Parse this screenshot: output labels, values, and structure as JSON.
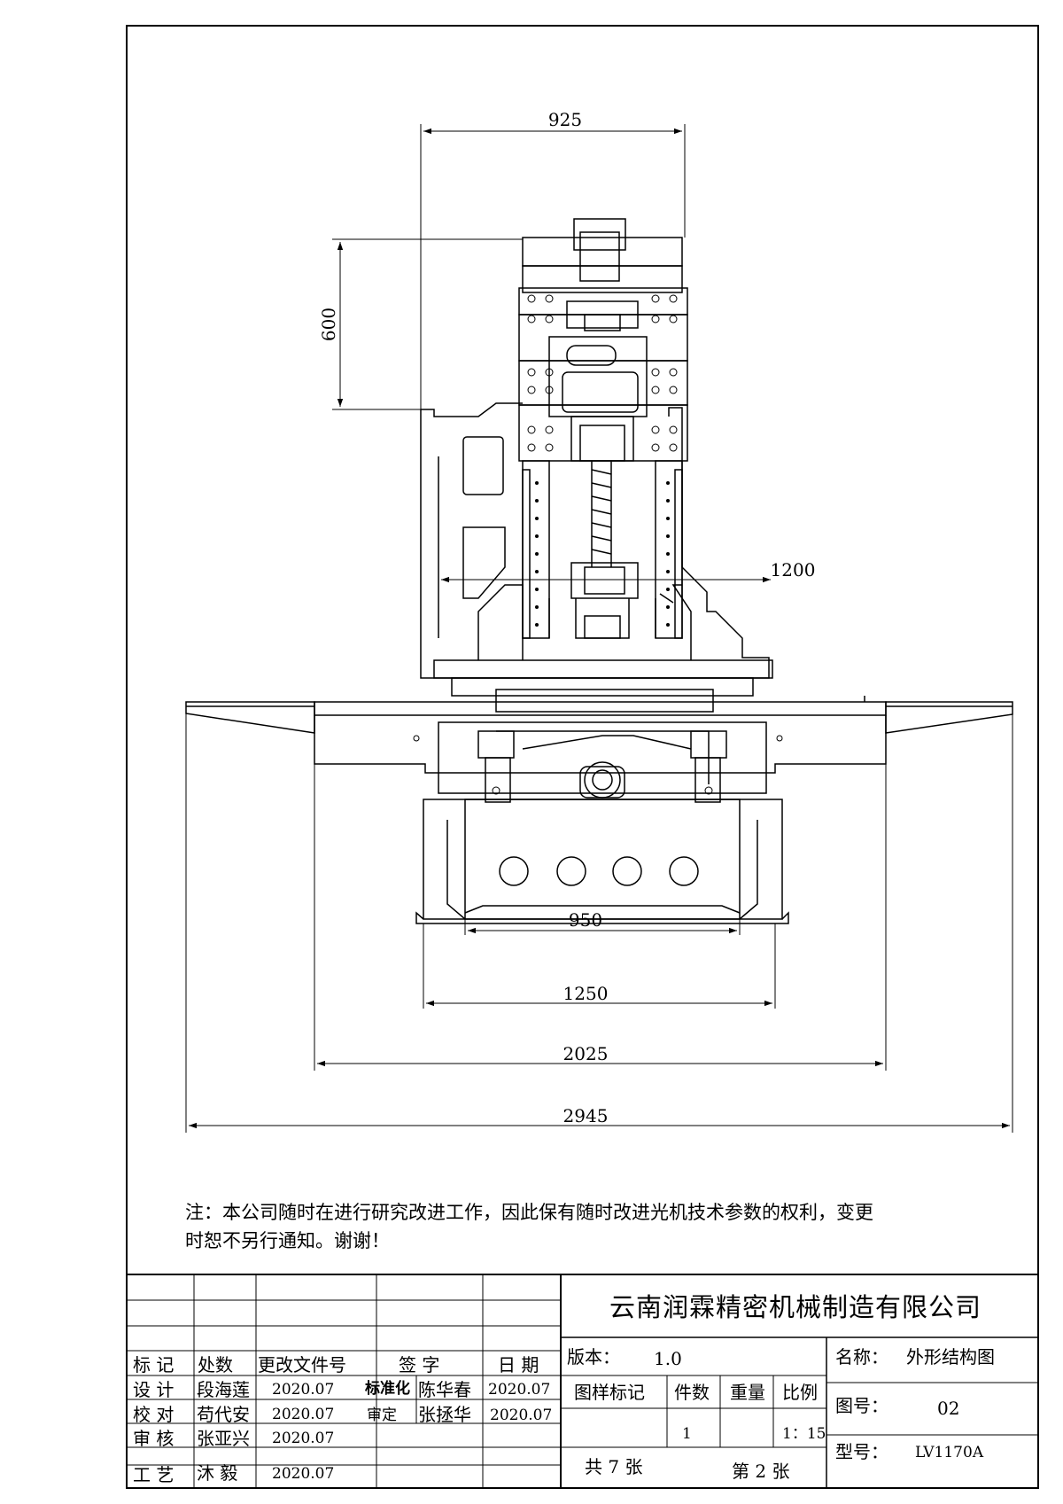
{
  "drawing": {
    "dimensions": {
      "top_width": "925",
      "column_height": "600",
      "cross_width": "1200",
      "base_inner": "950",
      "base_outer": "1250",
      "table_width": "2025",
      "overall_width": "2945"
    },
    "note": {
      "line1": "注：本公司随时在进行研究改进工作，因此保有随时改进光机技术参数的权利，变更",
      "line2": "时恕不另行通知。谢谢！"
    }
  },
  "title_block": {
    "company": "云南润霖精密机械制造有限公司",
    "version_label": "版本：",
    "version_value": "1.0",
    "name_label": "名称：",
    "name_value": "外形结构图",
    "drawing_no_label": "图号：",
    "drawing_no_value": "02",
    "model_label": "型号：",
    "model_value": "LV1170A",
    "headers": {
      "mark": "标 记",
      "count": "处数",
      "doc": "更改文件号",
      "sign": "签 字",
      "date": "日 期"
    },
    "roles": [
      {
        "role": "设 计",
        "name": "段海莲",
        "date": "2020.07"
      },
      {
        "role": "校 对",
        "name": "苟代安",
        "date": "2020.07"
      },
      {
        "role": "审 核",
        "name": "张亚兴",
        "date": "2020.07"
      },
      {
        "role": "工 艺",
        "name": "沐 毅",
        "date": "2020.07"
      }
    ],
    "approvals": [
      {
        "role": "标准化",
        "name": "陈华春",
        "date": "2020.07"
      },
      {
        "role": "审定",
        "name": "张拯华",
        "date": "2020.07"
      }
    ],
    "spec_headers": {
      "pattern": "图样标记",
      "qty": "件数",
      "weight": "重量",
      "scale": "比例"
    },
    "spec_values": {
      "qty": "1",
      "scale": "1：15"
    },
    "sheets_total": "共 7 张",
    "sheet_current": "第 2 张"
  }
}
